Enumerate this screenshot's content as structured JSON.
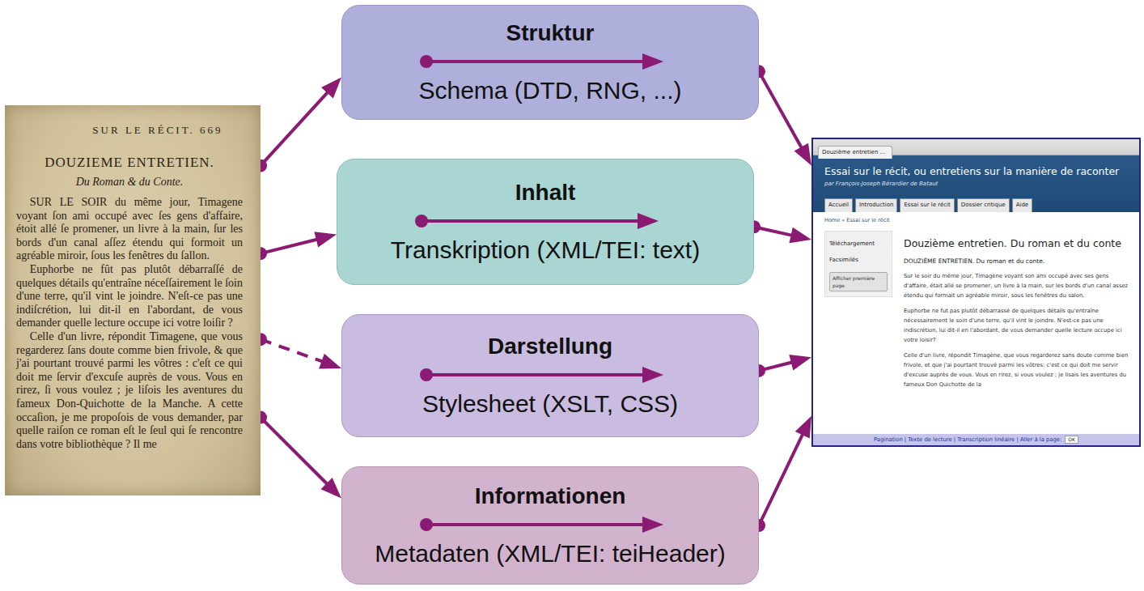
{
  "diagram": {
    "nodes": [
      {
        "text": [
          "SUR LE RÉCIT. 669",
          "DOUZIEME ENTRETIEN.",
          "Du Roman & du Conte.",
          "SUR LE SOIR du même jour, Timagene voyant ſon ami occupé avec ſes gens d'affaire, étoit allé ſe promener, un livre à la main, ſur les bords d'un canal aſſez étendu qui formoit un agréable miroir, ſous les fenêtres du ſallon.",
          "Euphorbe ne fût pas plutôt débarraſſé de quelques détails qu'entraîne néceſſairement le ſoin d'une terre, qu'il vint le joindre. N'eſt-ce pas une indiſcrétion, lui dit-il en l'abordant, de vous demander quelle lecture occupe ici votre loiſir ?",
          "Celle d'un livre, répondit Timagene, que vous regarderez ſans doute comme bien frivole, & que j'ai pourtant trouvé parmi les vôtres : c'eſt ce qui doit me ſervir d'excuſe auprès de vous. Vous en rirez, ſi vous voulez ; je liſois les aventures du fameux Don-Quichotte de la Manche. A cette occaſion, je me propoſois de vous demander, par quelle raiſon ce roman eſt le ſeul qui ſe rencontre dans votre bibliothèque ? Il me"
        ]
      },
      {
        "text": [
          "Struktur",
          "Schema (DTD, RNG, ...)"
        ]
      },
      {
        "text": [
          "Inhalt",
          "Transkription (XML/TEI: text)"
        ]
      },
      {
        "text": [
          "Darstellung",
          "Stylesheet (XSLT, CSS)"
        ]
      },
      {
        "text": [
          "Informationen",
          "Metadaten (XML/TEI: teiHeader)"
        ]
      },
      {
        "text": [
          "Douzième entretien ...",
          "Essai sur le récit, ou entretiens sur la manière de raconter",
          "par François-Joseph Bérardier de Bataut",
          "Accueil",
          "Introduction",
          "Essai sur le récit",
          "Dossier critique",
          "Aide",
          "Home » Essai sur le récit",
          "Téléchargement",
          "Facsimilés",
          "Afficher première page",
          "Douzième entretien. Du roman et du conte",
          "DOUZIÈME ENTRETIEN. Du roman et du conte.",
          "Sur le soir du même jour, Timagène voyant son ami occupé avec ses gens d'affaire, était allé se promener, un livre à la main, sur les bords d'un canal assez étendu qui formait un agréable miroir, sous les fenêtres du salon.",
          "Euphorbe ne fut pas plutôt débarrassé de quelques détails qu'entraîne nécessairement le soin d'une terre, qu'il vint le joindre. N'est-ce pas une indiscrétion, lui dit-il en l'abordant, de vous demander quelle lecture occupe ici votre loisir?",
          "Celle d'un livre, répondit Timagène, que vous regarderez sans doute comme bien frivole, et que j'ai pourtant trouvé parmi les vôtres: c'est ce qui doit me servir d'excuse auprès de vous. Vous en rirez, si vous voulez ; je lisais les aventures du fameux Don Quichotte de la",
          "Pagination | Texte de lecture | Transcription linéaire | Aller à la page:",
          "OK"
        ]
      }
    ],
    "edges": [
      {
        "from": 0,
        "to": 1,
        "arrow": "to"
      },
      {
        "from": 0,
        "to": 2,
        "arrow": "to"
      },
      {
        "from": 0,
        "to": 3,
        "arrow": "to"
      },
      {
        "from": 0,
        "to": 4,
        "arrow": "to"
      },
      {
        "from": 1,
        "to": 5,
        "arrow": "to"
      },
      {
        "from": 2,
        "to": 5,
        "arrow": "to"
      },
      {
        "from": 3,
        "to": 5,
        "arrow": "to"
      },
      {
        "from": 4,
        "to": 5,
        "arrow": "to"
      }
    ]
  }
}
